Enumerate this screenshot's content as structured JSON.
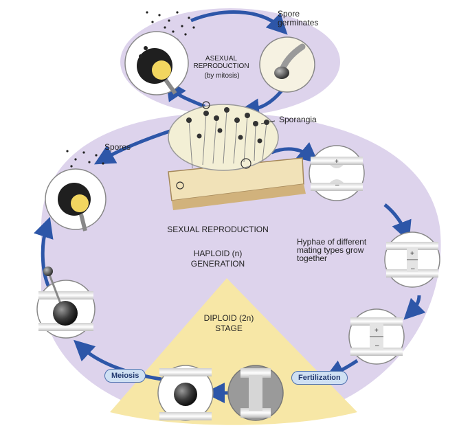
{
  "labels": {
    "spore_germinates": "Spore germinates",
    "asexual_reproduction": "ASEXUAL REPRODUCTION",
    "by_mitosis": "(by mitosis)",
    "sporangia": "Sporangia",
    "spores": "Spores",
    "sexual_reproduction": "SEXUAL REPRODUCTION",
    "haploid_generation": "HAPLOID (n) GENERATION",
    "hyphae_caption": "Hyphae of different mating types grow together",
    "diploid_stage": "DIPLOID (2n) STAGE",
    "meiosis": "Meiosis",
    "fertilization": "Fertilization"
  },
  "colors": {
    "haploid_background": "#ddd3ec",
    "diploid_background": "#f7e7a6",
    "arrow": "#2d56a8",
    "sporangium_yellow": "#f2d660"
  }
}
